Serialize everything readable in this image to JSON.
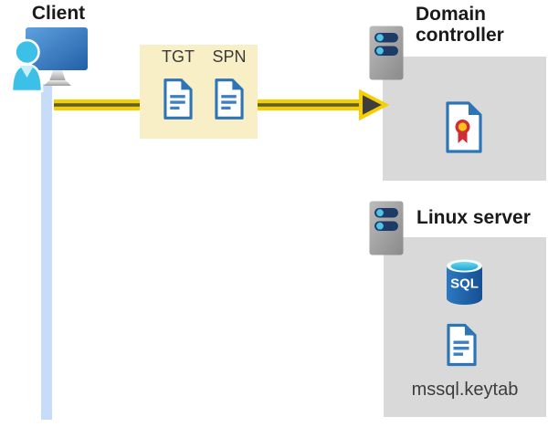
{
  "client": {
    "label": "Client"
  },
  "ticket_box": {
    "tgt_label": "TGT",
    "spn_label": "SPN"
  },
  "domain_controller": {
    "label": "Domain controller"
  },
  "linux_server": {
    "label": "Linux server",
    "sql_icon_text": "SQL",
    "keytab_label": "mssql.keytab"
  },
  "colors": {
    "highlight_box_yellow": "#f9efc6",
    "arrow_yellow": "#f7ce00",
    "arrow_core_dark": "#5e5e30",
    "arrowhead_dark": "#3e3e3e",
    "panel_gray": "#d9d9d9",
    "lifeline_blue": "#c7dcf8",
    "document_blue": "#2e75b6",
    "server_body_gray": "#a3a3a3",
    "server_bar_navy": "#1e3a66",
    "server_dot_cyan": "#4fc3e8",
    "sql_body_blue": "#1e66b4",
    "sql_top_cyan": "#4ac6e4",
    "certificate_red": "#ce2e36",
    "certificate_gold": "#ffc415",
    "person_cyan": "#3dc0e8",
    "monitor_blue_dark": "#215fa7",
    "monitor_blue_light": "#5fa2de",
    "heading_text": "#1a1a1a"
  }
}
